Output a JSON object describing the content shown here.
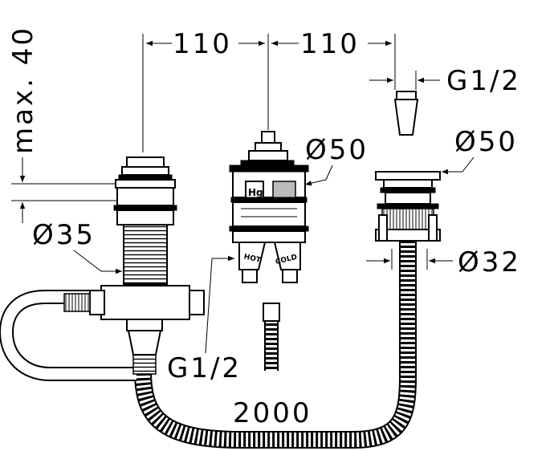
{
  "labels": {
    "dim_110_left": "110",
    "dim_110_right": "110",
    "thread_top_right": "G1/2",
    "thread_bottom": "G1/2",
    "max_depth": "max. 40",
    "dia_35": "Ø35",
    "dia_50_middle": "Ø50",
    "dia_50_right": "Ø50",
    "dia_32": "Ø32",
    "hose_length": "2000",
    "valve_hot": "HOT",
    "valve_cold": "COLD",
    "badge": "Hg"
  }
}
